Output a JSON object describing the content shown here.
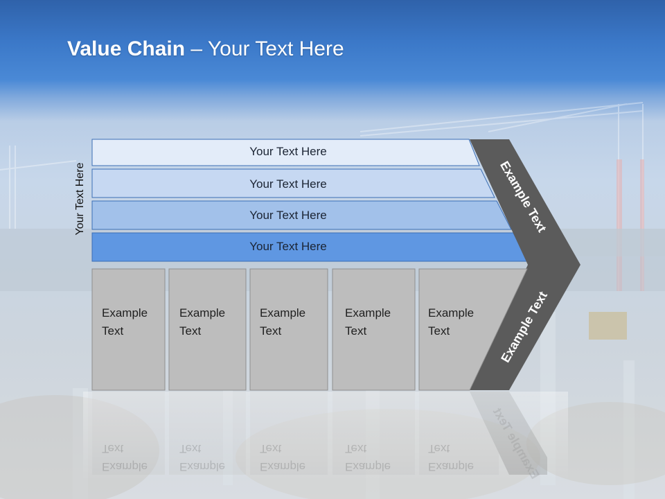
{
  "header": {
    "title_bold": "Value Chain",
    "title_rest": " – Your Text Here"
  },
  "diagram": {
    "side_label": "Your Text Here",
    "bars": [
      {
        "label": "Your Text Here",
        "color": "#e3ecf9"
      },
      {
        "label": "Your Text Here",
        "color": "#c6d8f2"
      },
      {
        "label": "Your Text Here",
        "color": "#a2c1ea"
      },
      {
        "label": "Your Text Here",
        "color": "#5f97e2"
      }
    ],
    "boxes": [
      {
        "label": "Example\nText"
      },
      {
        "label": "Example\nText"
      },
      {
        "label": "Example\nText"
      },
      {
        "label": "Example\nText"
      },
      {
        "label": "Example\nText"
      }
    ],
    "chevron": {
      "top_label": "Example Text",
      "bottom_label": "Example Text",
      "color": "#5b5b5b"
    },
    "box_color": "#bdbdbd",
    "bar_border": "#3b6eb5"
  }
}
